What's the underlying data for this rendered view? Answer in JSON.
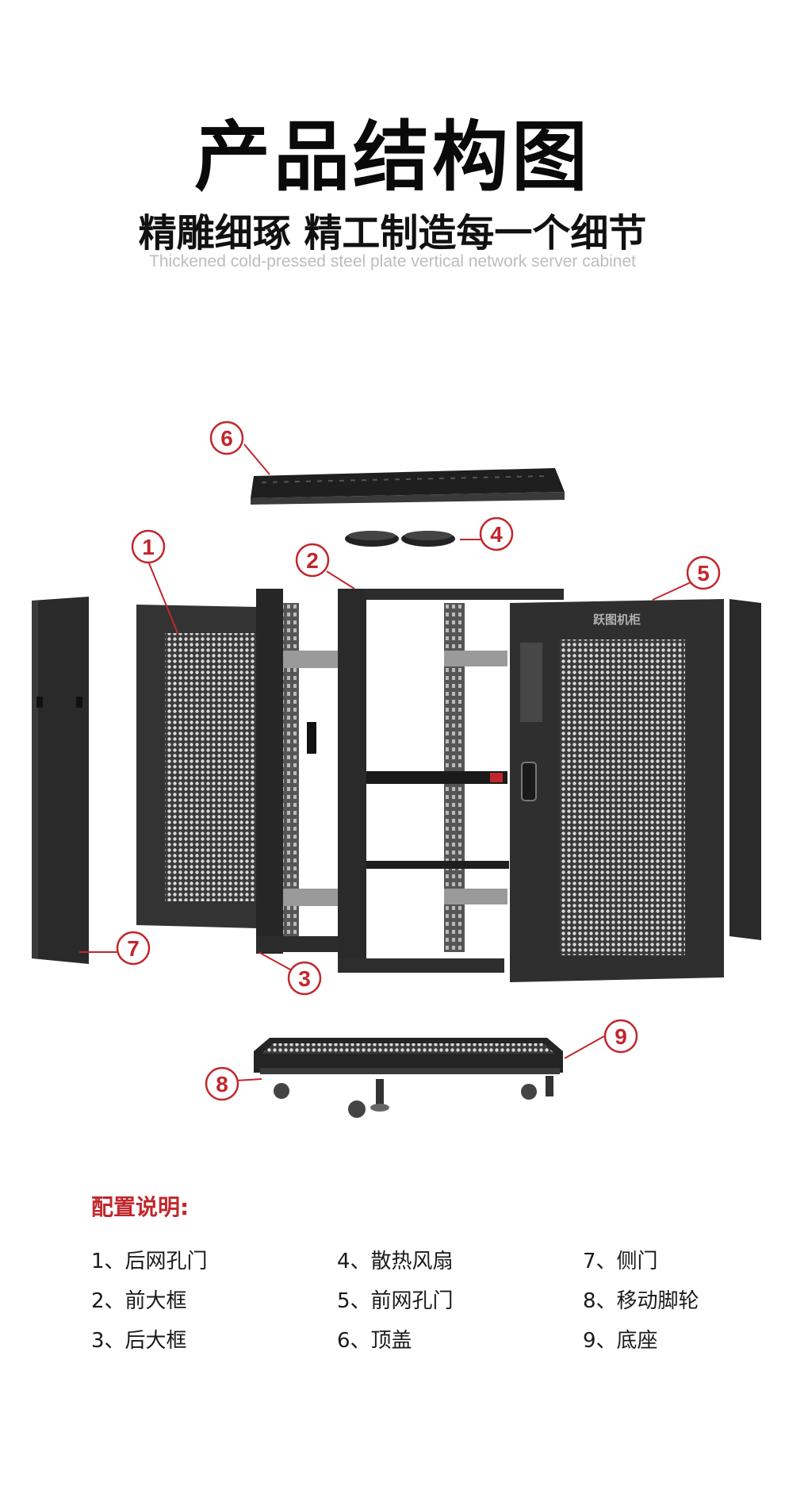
{
  "header": {
    "title": "产品结构图",
    "subtitle": "精雕细琢 精工制造每一个细节",
    "english": "Thickened cold-pressed steel plate vertical network server cabinet"
  },
  "diagram": {
    "brand": "跃图机柜",
    "callouts": [
      "1",
      "2",
      "3",
      "4",
      "5",
      "6",
      "7",
      "8",
      "9"
    ]
  },
  "config": {
    "heading": "配置说明:",
    "items": [
      "1、后网孔门",
      "4、散热风扇",
      "7、侧门",
      "2、前大框",
      "5、前网孔门",
      "8、移动脚轮",
      "3、后大框",
      "6、顶盖",
      "9、底座"
    ]
  },
  "colors": {
    "accent": "#c1272d",
    "metal_dark": "#2b2b2b",
    "metal_mid": "#3c3c3c"
  }
}
